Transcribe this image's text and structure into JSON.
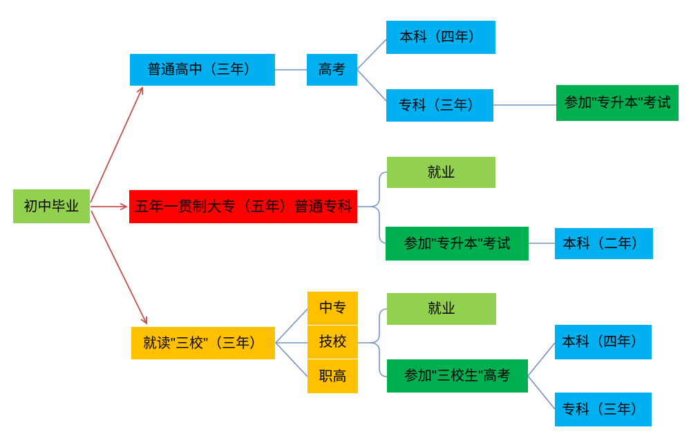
{
  "palette": {
    "light_green": "#92D050",
    "blue": "#00B0F0",
    "red": "#FF0000",
    "green": "#00B050",
    "orange": "#FFC000",
    "arrow_red": "#C0504D",
    "connector_blue": "#7191C7",
    "text": "#000000"
  },
  "nodes": {
    "chuzhong_biye": {
      "label": "初中毕业",
      "color": "#92D050"
    },
    "putong_gaozhong": {
      "label": "普通高中（三年）",
      "color": "#00B0F0"
    },
    "gaokao": {
      "label": "高考",
      "color": "#00B0F0"
    },
    "benke_si_nian_top": {
      "label": "本科（四年）",
      "color": "#00B0F0"
    },
    "zhuanke_san_nian_top": {
      "label": "专科（三年）",
      "color": "#00B0F0"
    },
    "zhuanshengben_top": {
      "label": "参加\"专升本\"考试",
      "color": "#00B050"
    },
    "wunian_yiguanzhi": {
      "label": "五年一贯制大专（五年）普通专科",
      "color": "#FF0000"
    },
    "jiuye_mid": {
      "label": "就业",
      "color": "#92D050"
    },
    "zhuanshengben_mid": {
      "label": "参加\"专升本\"考试",
      "color": "#00B050"
    },
    "benke_er_nian": {
      "label": "本科（二年）",
      "color": "#00B0F0"
    },
    "jiudu_sanxiao": {
      "label": "就读\"三校\"（三年）",
      "color": "#FFC000"
    },
    "zhongzhuan": {
      "label": "中专",
      "color": "#FFC000"
    },
    "jixiao": {
      "label": "技校",
      "color": "#FFC000"
    },
    "zhigao": {
      "label": "职高",
      "color": "#FFC000"
    },
    "jiuye_bottom": {
      "label": "就业",
      "color": "#92D050"
    },
    "sanxiaosheng_gaokao": {
      "label": "参加\"三校生\"高考",
      "color": "#00B050"
    },
    "benke_si_nian_bottom": {
      "label": "本科（四年）",
      "color": "#00B0F0"
    },
    "zhuanke_san_nian_bottom": {
      "label": "专科（三年）",
      "color": "#00B0F0"
    }
  },
  "edges": [
    {
      "from": "chuzhong_biye",
      "to": "putong_gaozhong",
      "style": "red-arrow"
    },
    {
      "from": "chuzhong_biye",
      "to": "wunian_yiguanzhi",
      "style": "red-arrow"
    },
    {
      "from": "chuzhong_biye",
      "to": "jiudu_sanxiao",
      "style": "red-arrow"
    },
    {
      "from": "putong_gaozhong",
      "to": "gaokao",
      "style": "line"
    },
    {
      "from": "gaokao",
      "to": "benke_si_nian_top",
      "style": "line"
    },
    {
      "from": "gaokao",
      "to": "zhuanke_san_nian_top",
      "style": "line"
    },
    {
      "from": "zhuanke_san_nian_top",
      "to": "zhuanshengben_top",
      "style": "line"
    },
    {
      "from": "wunian_yiguanzhi",
      "to": "jiuye_mid",
      "style": "brace"
    },
    {
      "from": "wunian_yiguanzhi",
      "to": "zhuanshengben_mid",
      "style": "brace"
    },
    {
      "from": "zhuanshengben_mid",
      "to": "benke_er_nian",
      "style": "line"
    },
    {
      "from": "jiudu_sanxiao",
      "to": "zhongzhuan",
      "style": "line"
    },
    {
      "from": "jiudu_sanxiao",
      "to": "jixiao",
      "style": "line"
    },
    {
      "from": "jiudu_sanxiao",
      "to": "zhigao",
      "style": "line"
    },
    {
      "from": "jixiao",
      "to": "jiuye_bottom",
      "style": "brace"
    },
    {
      "from": "jixiao",
      "to": "sanxiaosheng_gaokao",
      "style": "brace"
    },
    {
      "from": "sanxiaosheng_gaokao",
      "to": "benke_si_nian_bottom",
      "style": "line"
    },
    {
      "from": "sanxiaosheng_gaokao",
      "to": "zhuanke_san_nian_bottom",
      "style": "line"
    }
  ]
}
